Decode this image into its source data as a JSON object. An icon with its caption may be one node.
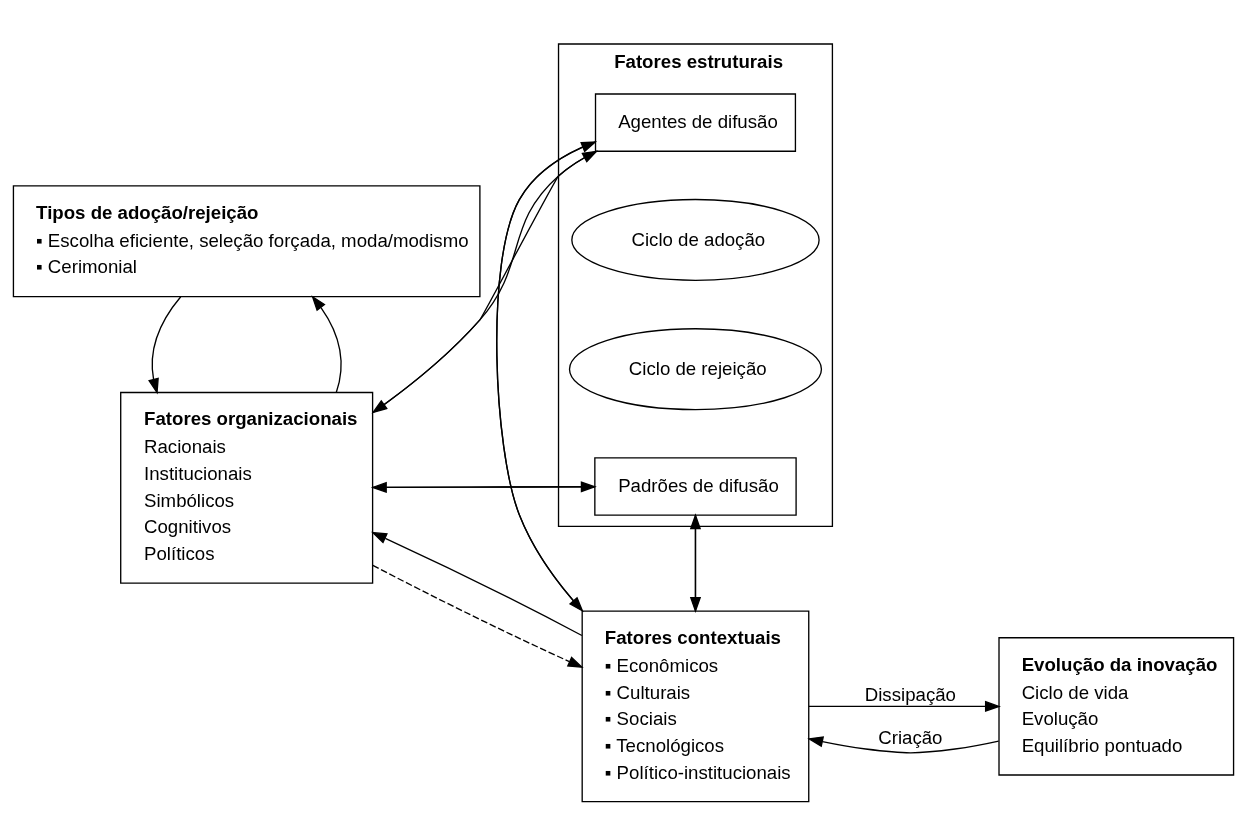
{
  "diagram": {
    "nodes": [
      {
        "text": [
          "Fatores organizacionais",
          "Racionais",
          "Institucionais",
          "Simbólicos",
          "Cognitivos",
          "Políticos"
        ]
      },
      {
        "text": [
          "Fatores estruturais"
        ]
      },
      {
        "text": [
          "Agentes de difusão"
        ],
        "in": 1
      },
      {
        "text": [
          "Ciclo de adoção"
        ],
        "in": 1
      },
      {
        "text": [
          "Ciclo de rejeição"
        ],
        "in": 1
      },
      {
        "text": [
          "Padrões de difusão"
        ],
        "in": 1
      },
      {
        "text": [
          "Fatores contextuais",
          "▪ Econômicos",
          "▪ Culturais",
          "▪ Sociais",
          "▪ Tecnológicos",
          "▪ Político-institucionais"
        ]
      },
      {
        "text": [
          "Evolução da inovação",
          "Ciclo de vida",
          "Evolução",
          "Equilíbrio pontuado"
        ]
      },
      {
        "text": [
          "Tipos de adoção/rejeição",
          "▪ Escolha eficiente, seleção forçada, moda/modismo",
          "▪ Cerimonial"
        ]
      }
    ],
    "edges": [
      {
        "from": 0,
        "to": 2,
        "arrow": "to"
      },
      {
        "from": 2,
        "to": 0,
        "arrow": "to"
      },
      {
        "from": 2,
        "to": 6,
        "arrow": "to"
      },
      {
        "from": 6,
        "to": 2,
        "arrow": "to"
      },
      {
        "from": 5,
        "to": 0,
        "arrow": "to"
      },
      {
        "from": 0,
        "to": 5,
        "arrow": "to"
      },
      {
        "from": 5,
        "to": 6,
        "arrow": "to"
      },
      {
        "from": 6,
        "to": 5,
        "arrow": "to"
      },
      {
        "from": 7,
        "to": 6,
        "arrow": "to",
        "label": "Criação"
      },
      {
        "from": 6,
        "to": 7,
        "arrow": "to",
        "label": "Dissipação"
      },
      {
        "from": 6,
        "to": 0,
        "arrow": "to"
      },
      {
        "from": 0,
        "to": 6,
        "arrow": "to",
        "style": "dashed"
      },
      {
        "from": 0,
        "to": 8,
        "arrow": "to"
      },
      {
        "from": 8,
        "to": 0,
        "arrow": "to"
      }
    ]
  }
}
